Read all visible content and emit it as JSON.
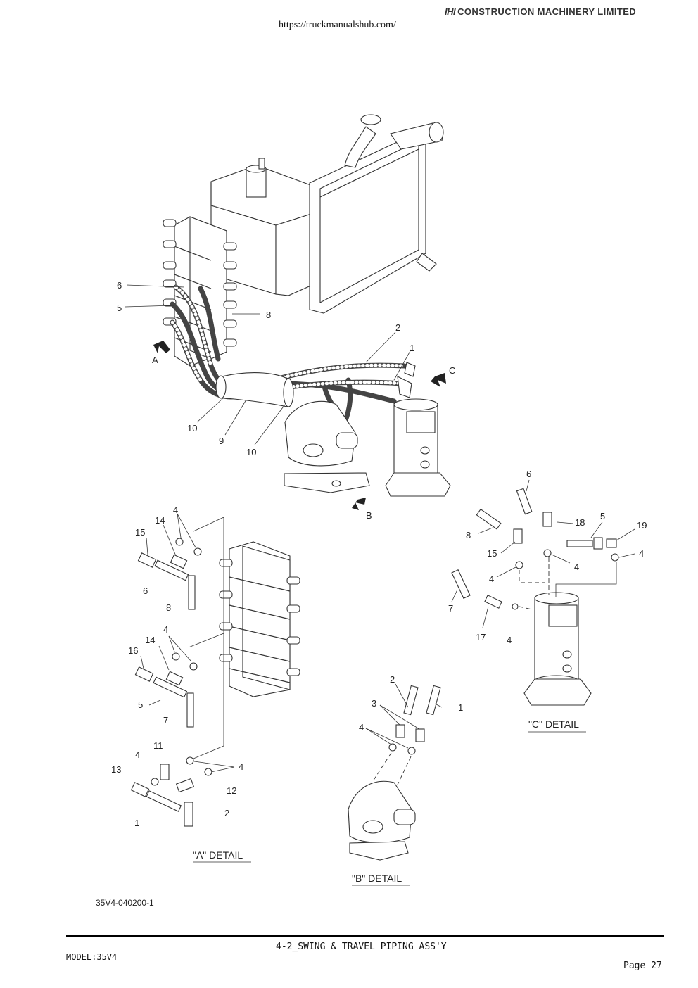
{
  "header": {
    "url": "https://truckmanualshub.com/",
    "brand_mark": "IHI",
    "brand_text": "CONSTRUCTION MACHINERY LIMITED"
  },
  "main_view": {
    "callouts": [
      "6",
      "5",
      "8",
      "A",
      "2",
      "1",
      "C",
      "10",
      "9",
      "10",
      "B"
    ]
  },
  "detail_a": {
    "title": "\"A\" DETAIL",
    "callouts": [
      "4",
      "14",
      "15",
      "6",
      "8",
      "4",
      "14",
      "16",
      "5",
      "7",
      "11",
      "4",
      "13",
      "4",
      "12",
      "2",
      "1"
    ]
  },
  "detail_b": {
    "title": "\"B\" DETAIL",
    "callouts": [
      "2",
      "1",
      "3",
      "4"
    ]
  },
  "detail_c": {
    "title": "\"C\" DETAIL",
    "callouts": [
      "6",
      "8",
      "18",
      "5",
      "19",
      "15",
      "4",
      "4",
      "4",
      "7",
      "17",
      "4"
    ]
  },
  "footer": {
    "doc_number": "35V4-040200-1",
    "model": "MODEL:35V4",
    "title": "4-2_SWING & TRAVEL PIPING ASS'Y",
    "page": "Page 27"
  }
}
